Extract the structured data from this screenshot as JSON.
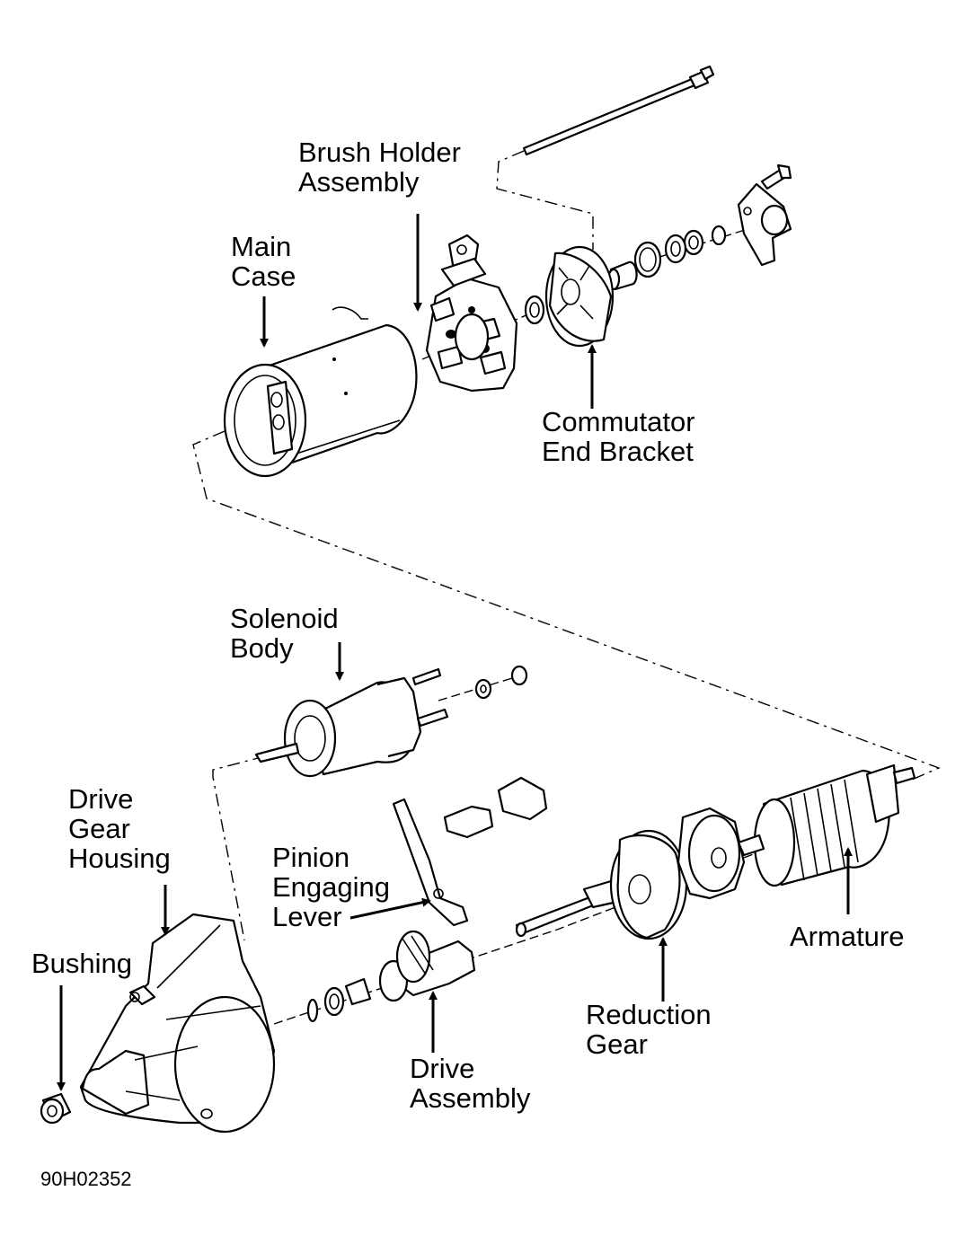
{
  "labels": {
    "brush_holder_line1": "Brush Holder",
    "brush_holder_line2": "Assembly",
    "main_case_line1": "Main",
    "main_case_line2": "Case",
    "commutator_line1": "Commutator",
    "commutator_line2": "End Bracket",
    "solenoid_line1": "Solenoid",
    "solenoid_line2": "Body",
    "drive_gear_line1": "Drive",
    "drive_gear_line2": "Gear",
    "drive_gear_line3": "Housing",
    "pinion_line1": "Pinion",
    "pinion_line2": "Engaging",
    "pinion_line3": "Lever",
    "bushing": "Bushing",
    "armature": "Armature",
    "reduction_line1": "Reduction",
    "reduction_line2": "Gear",
    "drive_assembly_line1": "Drive",
    "drive_assembly_line2": "Assembly"
  },
  "figure_code": "90H02352"
}
